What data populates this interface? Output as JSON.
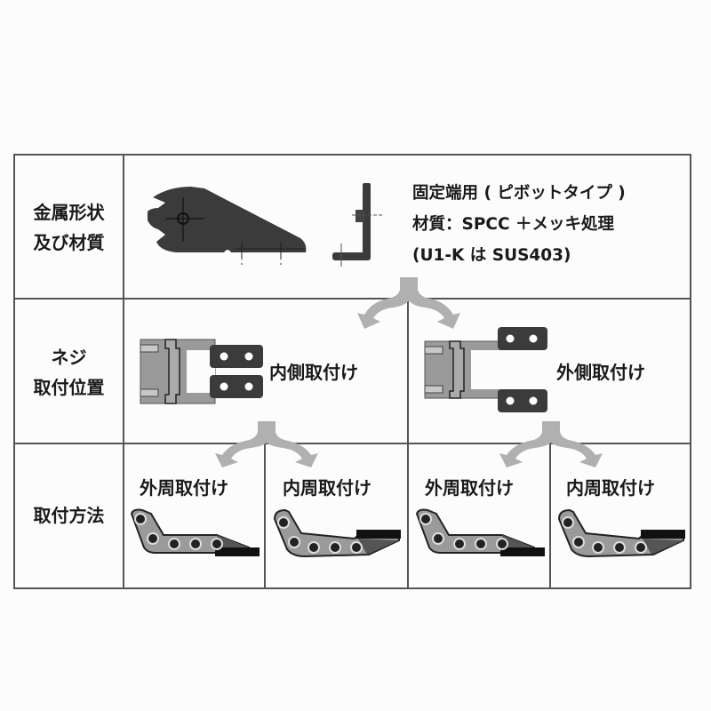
{
  "table": {
    "rows": [
      {
        "header": [
          "金属形状",
          "及び材質"
        ],
        "description": {
          "line1": "固定端用 ( ピボットタイプ )",
          "line2": "材質：SPCC ＋メッキ処理",
          "line3": "(U1-K は SUS403)"
        },
        "figures": [
          "pivot-bracket-side-view-icon",
          "l-bracket-front-view-icon"
        ]
      },
      {
        "header": [
          "ネジ",
          "取付位置"
        ],
        "options": [
          {
            "label": "内側取付け",
            "figure": "inner-mount-bracket-icon"
          },
          {
            "label": "外側取付け",
            "figure": "outer-mount-bracket-icon"
          }
        ]
      },
      {
        "header": [
          "取付方法"
        ],
        "options": [
          {
            "label": "外周取付け",
            "figure": "outer-circumference-chain-icon"
          },
          {
            "label": "内周取付け",
            "figure": "inner-circumference-chain-icon"
          },
          {
            "label": "外周取付け",
            "figure": "outer-circumference-chain-icon"
          },
          {
            "label": "内周取付け",
            "figure": "inner-circumference-chain-icon"
          }
        ]
      }
    ]
  },
  "colors": {
    "border": "#555555",
    "metal": "#3b3b3b",
    "chain_gray": "#9a9a9a",
    "arrow_gray": "#b0b0b0",
    "text": "#1a1a1a"
  }
}
